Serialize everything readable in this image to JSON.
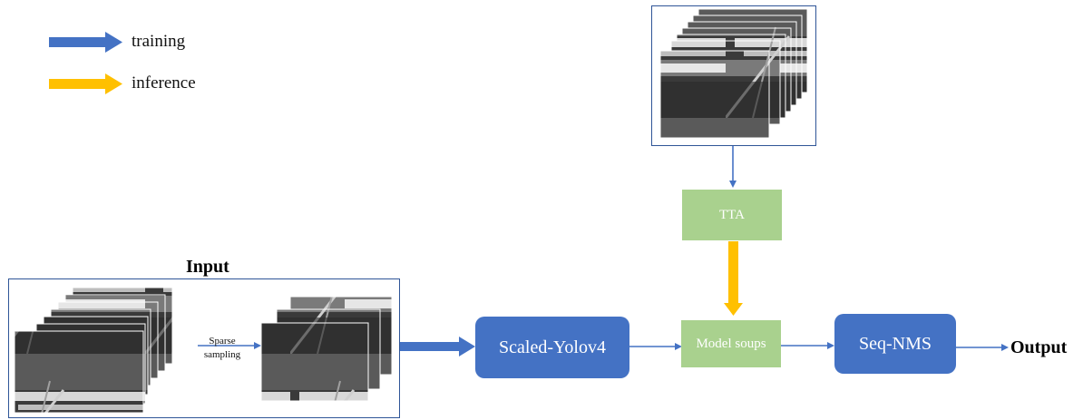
{
  "legend": {
    "items": [
      {
        "label": "training",
        "color": "#4472c4"
      },
      {
        "label": "inference",
        "color": "#ffc000"
      }
    ]
  },
  "input": {
    "heading": "Input",
    "sampling_label_1": "Sparse",
    "sampling_label_2": "sampling"
  },
  "nodes": {
    "scaled_yolo": "Scaled-Yolov4",
    "tta": "TTA",
    "model_soups": "Model soups",
    "seq_nms": "Seq-NMS",
    "output": "Output"
  },
  "colors": {
    "blue": "#4472c4",
    "green": "#a9d18e",
    "yellow": "#ffc000",
    "frame_border": "#2f5597"
  }
}
